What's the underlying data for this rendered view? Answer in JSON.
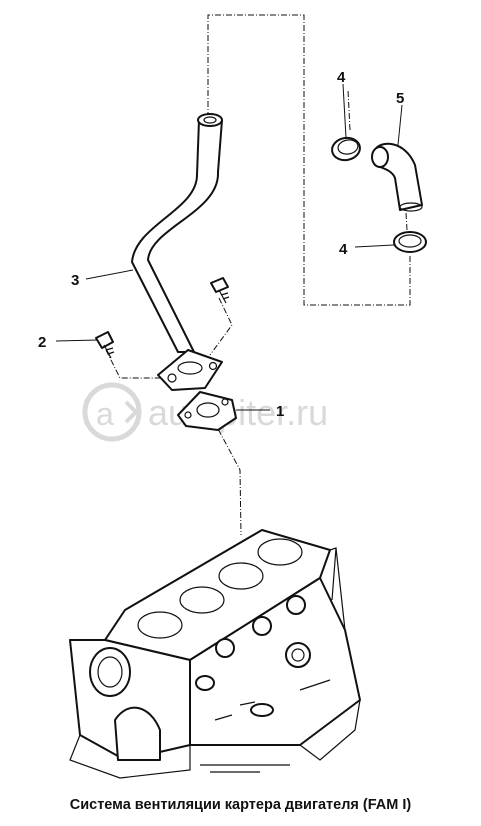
{
  "caption": "Система вентиляции картера двигателя (FAM I)",
  "watermark": {
    "text": "autopiter.ru",
    "logo_icon": "autopiter-logo-icon"
  },
  "callouts": {
    "c1": "1",
    "c2": "2",
    "c3": "3",
    "c4a": "4",
    "c4b": "4",
    "c5": "5"
  },
  "parts": [
    {
      "callout": "1",
      "icon": "gasket-icon"
    },
    {
      "callout": "2",
      "icon": "bolt-icon"
    },
    {
      "callout": "3",
      "icon": "vent-tube-icon"
    },
    {
      "callout": "4",
      "icon": "hose-clamp-icon"
    },
    {
      "callout": "5",
      "icon": "elbow-hose-icon"
    }
  ],
  "colors": {
    "line": "#111111",
    "background": "#ffffff",
    "watermark": "#d9d9d9"
  }
}
